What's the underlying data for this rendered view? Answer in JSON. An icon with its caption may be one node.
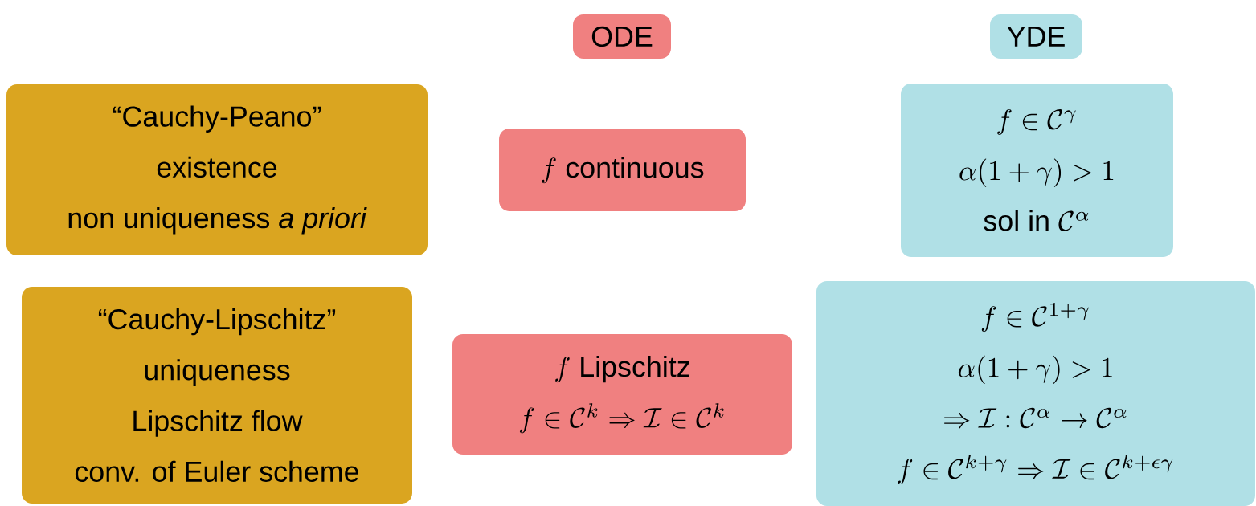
{
  "diagram": {
    "nodes": [
      {
        "text": [
          "ODE"
        ]
      },
      {
        "text": [
          "YDE"
        ]
      },
      {
        "text": [
          "“Cauchy-Peano”",
          "existence",
          "non uniqueness *a priori*"
        ]
      },
      {
        "text": [
          "f \\text{ continuous}"
        ]
      },
      {
        "text": [
          "f \\in \\mathcal{C}^\\gamma",
          "\\alpha(1+\\gamma) > 1",
          "\\text{sol in } \\mathcal{C}^\\alpha"
        ]
      },
      {
        "text": [
          "“Cauchy-Lipschitz”",
          "uniqueness",
          "Lipschitz flow",
          "conv. of Euler scheme"
        ]
      },
      {
        "text": [
          "f \\text{ Lipschitz}",
          "f \\in \\mathcal{C}^k \\Rightarrow \\mathcal{I} \\in \\mathcal{C}^k"
        ]
      },
      {
        "text": [
          "f \\in \\mathcal{C}^{1+\\gamma}",
          "\\alpha(1+\\gamma) > 1",
          "\\Rightarrow \\mathcal{I} : \\mathcal{C}^\\alpha \\to \\mathcal{C}^\\alpha",
          "f \\in \\mathcal{C}^{k+\\gamma} \\Rightarrow \\mathcal{I} \\in \\mathcal{C}^{k+\\epsilon\\gamma}"
        ]
      }
    ]
  }
}
